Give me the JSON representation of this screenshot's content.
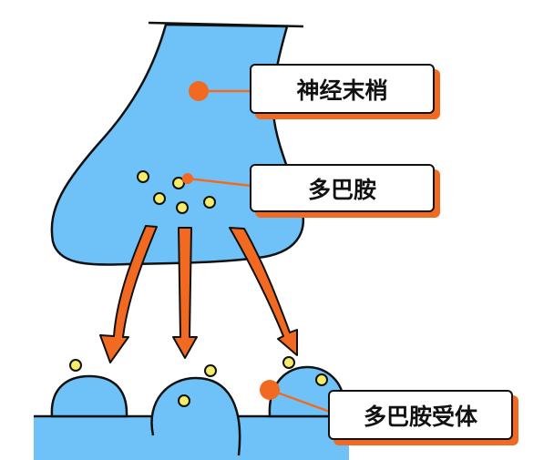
{
  "labels": {
    "nerve_terminal": "神经末梢",
    "dopamine": "多巴胺",
    "dopamine_receptor": "多巴胺受体"
  },
  "colors": {
    "cell_blue": "#6fc2f8",
    "accent_orange": "#f26a21",
    "molecule_yellow": "#f7ec6a",
    "outline": "#111111"
  }
}
